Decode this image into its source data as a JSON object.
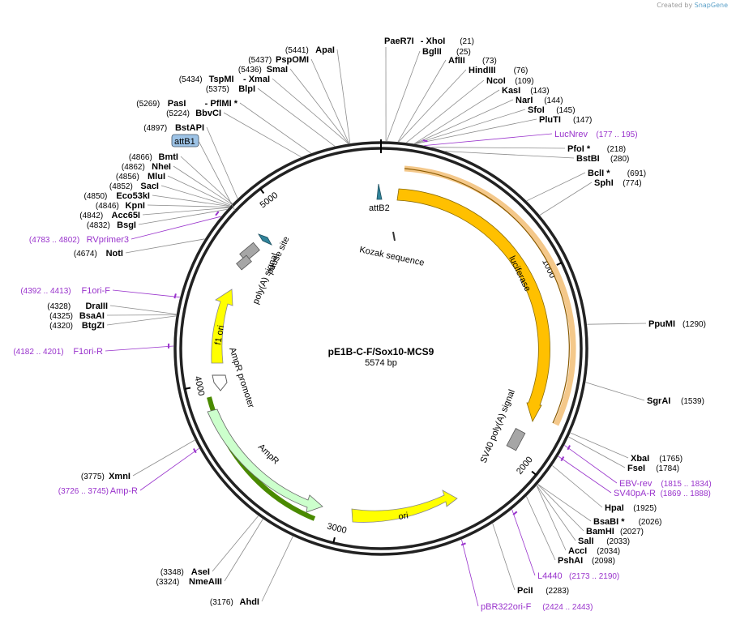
{
  "brand": {
    "prefix": "Created by",
    "name": "SnapGene"
  },
  "plasmid": {
    "name": "pE1B-C-F/Sox10-MCS9",
    "size_label": "5574 bp",
    "length": 5574
  },
  "ticks": [
    {
      "bp": 1000,
      "label": "1000"
    },
    {
      "bp": 2000,
      "label": "2000"
    },
    {
      "bp": 3000,
      "label": "3000"
    },
    {
      "bp": 4000,
      "label": "4000"
    },
    {
      "bp": 5000,
      "label": "5000"
    }
  ],
  "sites": [
    {
      "name": "PaeR7I",
      "extra": "- XhoI",
      "pos": "(21)",
      "bp": 21,
      "side": "r"
    },
    {
      "name": "BglII",
      "pos": "(25)",
      "bp": 25,
      "side": "r"
    },
    {
      "name": "AflII",
      "pos": "(73)",
      "bp": 73,
      "side": "r"
    },
    {
      "name": "HindIII",
      "pos": "(76)",
      "bp": 76,
      "side": "r"
    },
    {
      "name": "NcoI",
      "pos": "(109)",
      "bp": 109,
      "side": "r"
    },
    {
      "name": "KasI",
      "pos": "(143)",
      "bp": 143,
      "side": "r"
    },
    {
      "name": "NarI",
      "pos": "(144)",
      "bp": 144,
      "side": "r"
    },
    {
      "name": "SfoI",
      "pos": "(145)",
      "bp": 145,
      "side": "r"
    },
    {
      "name": "PluTI",
      "pos": "(147)",
      "bp": 147,
      "side": "r"
    },
    {
      "name": "PfoI *",
      "pos": "(218)",
      "bp": 218,
      "side": "r"
    },
    {
      "name": "BstBI",
      "pos": "(280)",
      "bp": 280,
      "side": "r"
    },
    {
      "name": "BclI *",
      "pos": "(691)",
      "bp": 691,
      "side": "r"
    },
    {
      "name": "SphI",
      "pos": "(774)",
      "bp": 774,
      "side": "r"
    },
    {
      "name": "PpuMI",
      "pos": "(1290)",
      "bp": 1290,
      "side": "r"
    },
    {
      "name": "SgrAI",
      "pos": "(1539)",
      "bp": 1539,
      "side": "r"
    },
    {
      "name": "XbaI",
      "pos": "(1765)",
      "bp": 1765,
      "side": "r"
    },
    {
      "name": "FseI",
      "pos": "(1784)",
      "bp": 1784,
      "side": "r"
    },
    {
      "name": "HpaI",
      "pos": "(1925)",
      "bp": 1925,
      "side": "r"
    },
    {
      "name": "BsaBI *",
      "pos": "(2026)",
      "bp": 2026,
      "side": "r"
    },
    {
      "name": "BamHI",
      "pos": "(2027)",
      "bp": 2027,
      "side": "r"
    },
    {
      "name": "SalI",
      "pos": "(2033)",
      "bp": 2033,
      "side": "r"
    },
    {
      "name": "AccI",
      "pos": "(2034)",
      "bp": 2034,
      "side": "r"
    },
    {
      "name": "PshAI",
      "pos": "(2098)",
      "bp": 2098,
      "side": "r"
    },
    {
      "name": "PciI",
      "pos": "(2283)",
      "bp": 2283,
      "side": "r"
    },
    {
      "name": "AhdI",
      "pos": "(3176)",
      "bp": 3176,
      "side": "l"
    },
    {
      "name": "NmeAIII",
      "pos": "(3324)",
      "bp": 3324,
      "side": "l"
    },
    {
      "name": "AseI",
      "pos": "(3348)",
      "bp": 3348,
      "side": "l"
    },
    {
      "name": "XmnI",
      "pos": "(3775)",
      "bp": 3775,
      "side": "l"
    },
    {
      "name": "BtgZI",
      "pos": "(4320)",
      "bp": 4320,
      "side": "l"
    },
    {
      "name": "BsaAI",
      "pos": "(4325)",
      "bp": 4325,
      "side": "l"
    },
    {
      "name": "DraIII",
      "pos": "(4328)",
      "bp": 4328,
      "side": "l"
    },
    {
      "name": "NotI",
      "pos": "(4674)",
      "bp": 4674,
      "side": "l"
    },
    {
      "name": "BsgI",
      "pos": "(4832)",
      "bp": 4832,
      "side": "l"
    },
    {
      "name": "Acc65I",
      "pos": "(4842)",
      "bp": 4842,
      "side": "l"
    },
    {
      "name": "KpnI",
      "pos": "(4846)",
      "bp": 4846,
      "side": "l"
    },
    {
      "name": "Eco53kI",
      "pos": "(4850)",
      "bp": 4850,
      "side": "l"
    },
    {
      "name": "SacI",
      "pos": "(4852)",
      "bp": 4852,
      "side": "l"
    },
    {
      "name": "MluI",
      "pos": "(4856)",
      "bp": 4856,
      "side": "l"
    },
    {
      "name": "NheI",
      "pos": "(4862)",
      "bp": 4862,
      "side": "l"
    },
    {
      "name": "BmtI",
      "pos": "(4866)",
      "bp": 4866,
      "side": "l"
    },
    {
      "name": "BstAPI",
      "pos": "(4897)",
      "bp": 4897,
      "side": "l"
    },
    {
      "name": "BbvCI",
      "pos": "(5224)",
      "bp": 5224,
      "side": "l"
    },
    {
      "name": "PasI",
      "extra": "- PflMI *",
      "pos": "(5269)",
      "bp": 5269,
      "side": "l"
    },
    {
      "name": "BlpI",
      "pos": "(5375)",
      "bp": 5375,
      "side": "l"
    },
    {
      "name": "TspMI",
      "extra": "- XmaI",
      "pos": "(5434)",
      "bp": 5434,
      "side": "l"
    },
    {
      "name": "SmaI",
      "pos": "(5436)",
      "bp": 5436,
      "side": "l"
    },
    {
      "name": "PspOMI",
      "pos": "(5437)",
      "bp": 5437,
      "side": "l"
    },
    {
      "name": "ApaI",
      "pos": "(5441)",
      "bp": 5441,
      "side": "l"
    }
  ],
  "primers": [
    {
      "name": "LucNrev",
      "pos": "(177 .. 195)",
      "bp": 186,
      "side": "r"
    },
    {
      "name": "EBV-rev",
      "pos": "(1815 .. 1834)",
      "bp": 1824,
      "side": "r"
    },
    {
      "name": "SV40pA-R",
      "pos": "(1869 .. 1888)",
      "bp": 1878,
      "side": "r"
    },
    {
      "name": "L4440",
      "pos": "(2173 .. 2190)",
      "bp": 2181,
      "side": "r"
    },
    {
      "name": "pBR322ori-F",
      "pos": "(2424 .. 2443)",
      "bp": 2433,
      "side": "r"
    },
    {
      "name": "Amp-R",
      "pos": "(3726 .. 3745)",
      "bp": 3735,
      "side": "l"
    },
    {
      "name": "F1ori-R",
      "pos": "(4182 .. 4201)",
      "bp": 4191,
      "side": "l"
    },
    {
      "name": "F1ori-F",
      "pos": "(4392 .. 4413)",
      "bp": 4402,
      "side": "l"
    },
    {
      "name": "RVprimer3",
      "pos": "(4783 .. 4802)",
      "bp": 4792,
      "side": "l"
    }
  ],
  "features": [
    {
      "id": "luciferase",
      "label": "luciferase",
      "color": "#ffc000"
    },
    {
      "id": "ori",
      "label": "ori",
      "color": "#ffff00"
    },
    {
      "id": "ampr",
      "label": "AmpR",
      "color": "#ccffcc"
    },
    {
      "id": "ampr-promoter",
      "label": "AmpR promoter",
      "color": "#ffffff"
    },
    {
      "id": "f1-ori",
      "label": "f1 ori",
      "color": "#ffff00"
    },
    {
      "id": "sv40-polya",
      "label": "SV40 poly(A) signal",
      "color": "#a6a6a6"
    },
    {
      "id": "polya",
      "label": "poly(A) signal",
      "color": "#a6a6a6"
    },
    {
      "id": "pause-site",
      "label": "pause site",
      "color": "#31849b"
    },
    {
      "id": "attb2",
      "label": "attB2",
      "color": "#31849b"
    },
    {
      "id": "attb1",
      "label": "attB1",
      "color": "#9dc3e6"
    },
    {
      "id": "kozak",
      "label": "Kozak sequence",
      "color": "#555555"
    }
  ]
}
